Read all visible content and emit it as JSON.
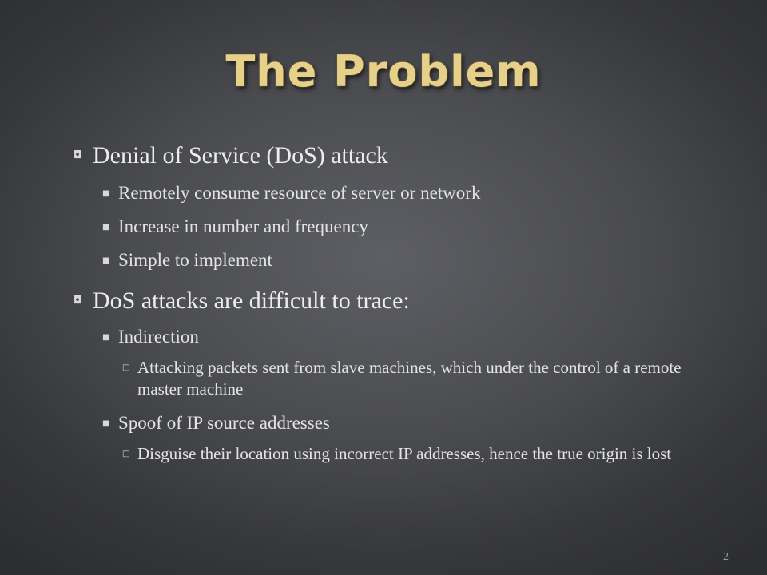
{
  "slide": {
    "title": "The Problem",
    "page_number": "2",
    "bullets": {
      "b1": "Denial of Service (DoS) attack",
      "b1_1": "Remotely consume resource of server or network",
      "b1_2": "Increase in number and frequency",
      "b1_3": "Simple to implement",
      "b2": "DoS attacks are difficult to trace:",
      "b2_1": "Indirection",
      "b2_1_1": "Attacking packets sent from slave machines, which under the control of a remote master machine",
      "b2_2": "Spoof of IP source addresses",
      "b2_2_1": "Disguise their location using incorrect IP addresses, hence the true origin is lost"
    },
    "colors": {
      "title": "#e7d08a",
      "text": "#e6e6e6",
      "background": "#4a4b4f"
    },
    "bullet_glyph": "◘"
  }
}
